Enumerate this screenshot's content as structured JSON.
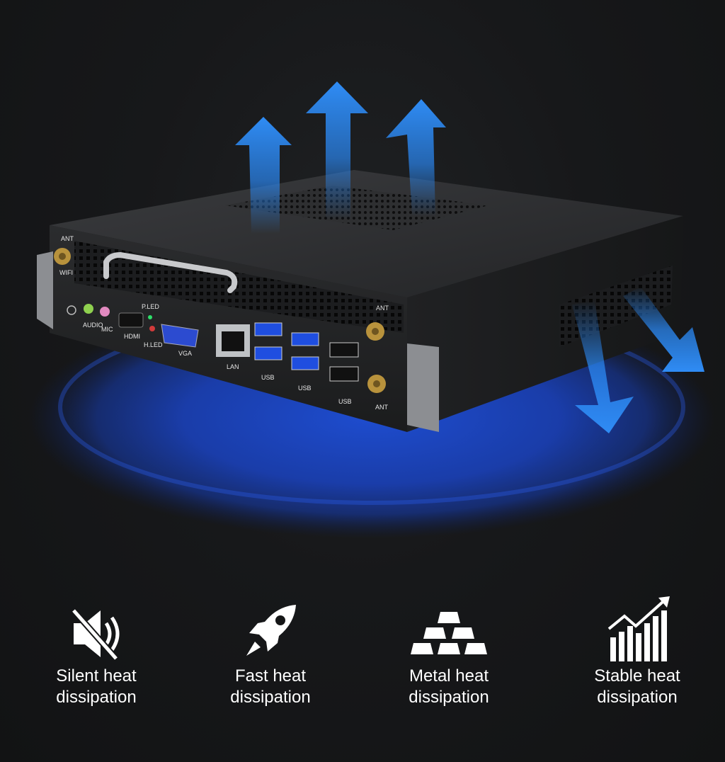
{
  "ports": {
    "ant_top_left": "ANT",
    "wifi": "WIFI",
    "audio": "AUDIO",
    "mic": "MIC",
    "hdmi": "HDMI",
    "p_led": "P.LED",
    "h_led": "H.LED",
    "vga": "VGA",
    "lan": "LAN",
    "usb_1": "USB",
    "usb_2": "USB",
    "usb_3": "USB",
    "ant_right_top": "ANT",
    "ant_right_bottom": "ANT"
  },
  "features": [
    {
      "icon": "muted-speaker-icon",
      "label": "Silent heat\ndissipation"
    },
    {
      "icon": "rocket-icon",
      "label": "Fast heat\ndissipation"
    },
    {
      "icon": "metal-ingots-icon",
      "label": "Metal heat\ndissipation"
    },
    {
      "icon": "rising-bar-chart-icon",
      "label": "Stable heat\ndissipation"
    }
  ],
  "colors": {
    "background": "#151617",
    "glow_blue": "#1e4fd8",
    "arrow_blue": "#2a86f0",
    "chassis": "#2a2b2d"
  }
}
